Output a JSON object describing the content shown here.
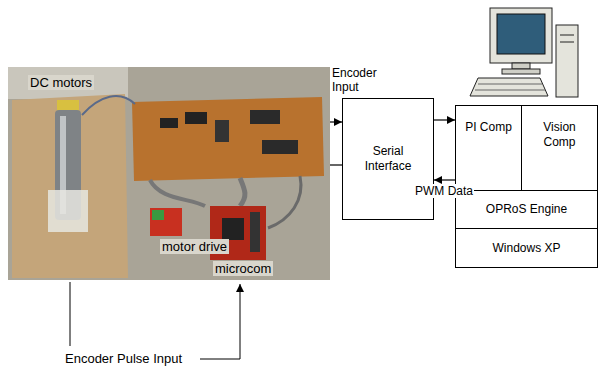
{
  "diagram": {
    "nodes": [
      {
        "text": [
          "DC motors",
          "motor drive",
          "microcom"
        ]
      },
      {
        "text": [
          "Serial Interface"
        ]
      },
      {
        "text": [
          "PI Comp"
        ]
      },
      {
        "text": [
          "Vision Comp"
        ]
      },
      {
        "text": [
          "OPRoS Engine"
        ]
      },
      {
        "text": [
          "Windows XP"
        ]
      }
    ],
    "edges": [
      {
        "from": 0,
        "to": 1,
        "arrow": "to",
        "label": "Encoder Input"
      },
      {
        "from": 0,
        "to": 1,
        "arrow": "none"
      },
      {
        "from": 1,
        "to": 2,
        "arrow": "to"
      },
      {
        "from": 2,
        "to": 1,
        "arrow": "to",
        "label": "PWM Data"
      }
    ],
    "labels": [
      "Encoder Pulse Input"
    ]
  }
}
